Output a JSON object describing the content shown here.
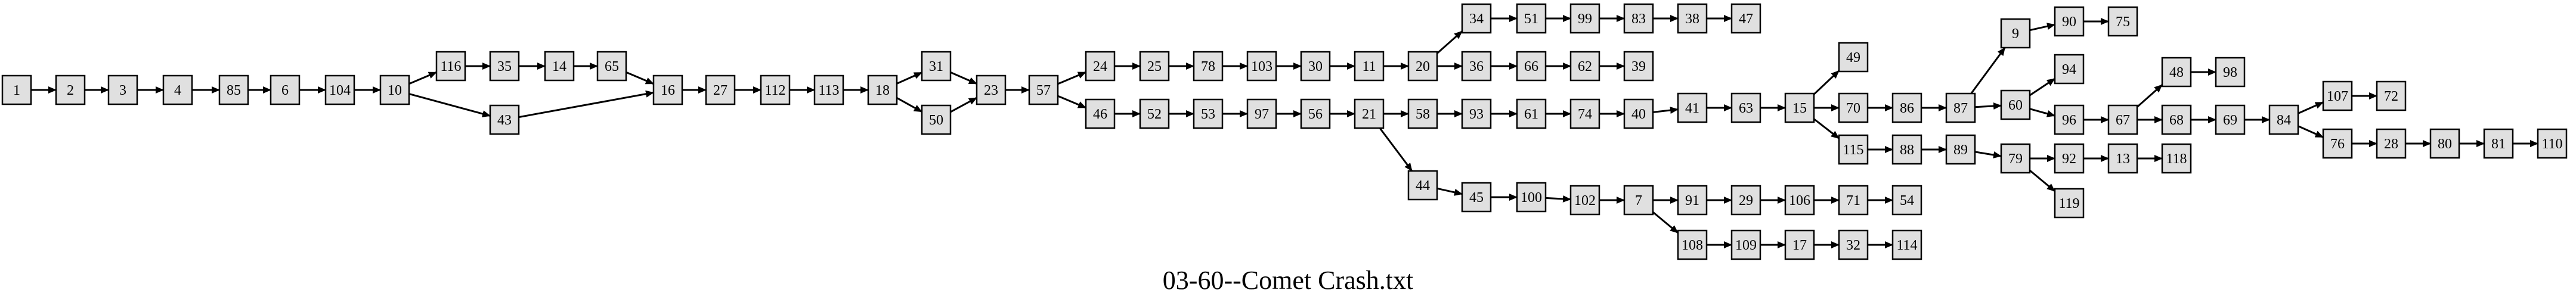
{
  "caption": "03-60--Comet Crash.txt",
  "colors": {
    "node_fill": "#e0e0e0",
    "stroke": "#000000"
  },
  "nodes": [
    "1",
    "2",
    "3",
    "4",
    "85",
    "6",
    "104",
    "10",
    "116",
    "35",
    "14",
    "65",
    "43",
    "16",
    "27",
    "112",
    "113",
    "18",
    "31",
    "50",
    "23",
    "57",
    "24",
    "25",
    "78",
    "103",
    "30",
    "11",
    "20",
    "34",
    "51",
    "99",
    "83",
    "38",
    "47",
    "36",
    "66",
    "62",
    "39",
    "46",
    "52",
    "53",
    "97",
    "56",
    "21",
    "58",
    "93",
    "61",
    "74",
    "40",
    "41",
    "63",
    "15",
    "49",
    "70",
    "86",
    "87",
    "9",
    "90",
    "75",
    "60",
    "94",
    "96",
    "67",
    "48",
    "98",
    "68",
    "69",
    "84",
    "107",
    "72",
    "76",
    "28",
    "80",
    "81",
    "110",
    "115",
    "88",
    "89",
    "79",
    "92",
    "13",
    "118",
    "119",
    "44",
    "45",
    "100",
    "102",
    "7",
    "91",
    "29",
    "106",
    "71",
    "54",
    "108",
    "109",
    "17",
    "32",
    "114"
  ],
  "edges": [
    [
      "1",
      "2"
    ],
    [
      "2",
      "3"
    ],
    [
      "3",
      "4"
    ],
    [
      "4",
      "85"
    ],
    [
      "85",
      "6"
    ],
    [
      "6",
      "104"
    ],
    [
      "104",
      "10"
    ],
    [
      "10",
      "116"
    ],
    [
      "10",
      "43"
    ],
    [
      "116",
      "35"
    ],
    [
      "35",
      "14"
    ],
    [
      "14",
      "65"
    ],
    [
      "65",
      "16"
    ],
    [
      "43",
      "16"
    ],
    [
      "16",
      "27"
    ],
    [
      "27",
      "112"
    ],
    [
      "112",
      "113"
    ],
    [
      "113",
      "18"
    ],
    [
      "18",
      "31"
    ],
    [
      "18",
      "50"
    ],
    [
      "31",
      "23"
    ],
    [
      "50",
      "23"
    ],
    [
      "23",
      "57"
    ],
    [
      "57",
      "24"
    ],
    [
      "57",
      "46"
    ],
    [
      "24",
      "25"
    ],
    [
      "25",
      "78"
    ],
    [
      "78",
      "103"
    ],
    [
      "103",
      "30"
    ],
    [
      "30",
      "11"
    ],
    [
      "11",
      "20"
    ],
    [
      "20",
      "34"
    ],
    [
      "20",
      "36"
    ],
    [
      "34",
      "51"
    ],
    [
      "51",
      "99"
    ],
    [
      "99",
      "83"
    ],
    [
      "83",
      "38"
    ],
    [
      "38",
      "47"
    ],
    [
      "36",
      "66"
    ],
    [
      "66",
      "62"
    ],
    [
      "62",
      "39"
    ],
    [
      "46",
      "52"
    ],
    [
      "52",
      "53"
    ],
    [
      "53",
      "97"
    ],
    [
      "97",
      "56"
    ],
    [
      "56",
      "21"
    ],
    [
      "21",
      "58"
    ],
    [
      "21",
      "44"
    ],
    [
      "58",
      "93"
    ],
    [
      "93",
      "61"
    ],
    [
      "61",
      "74"
    ],
    [
      "74",
      "40"
    ],
    [
      "40",
      "41"
    ],
    [
      "41",
      "63"
    ],
    [
      "63",
      "15"
    ],
    [
      "15",
      "49"
    ],
    [
      "15",
      "70"
    ],
    [
      "15",
      "115"
    ],
    [
      "70",
      "86"
    ],
    [
      "86",
      "87"
    ],
    [
      "87",
      "9"
    ],
    [
      "87",
      "60"
    ],
    [
      "9",
      "90"
    ],
    [
      "90",
      "75"
    ],
    [
      "60",
      "94"
    ],
    [
      "60",
      "96"
    ],
    [
      "96",
      "67"
    ],
    [
      "67",
      "48"
    ],
    [
      "67",
      "68"
    ],
    [
      "48",
      "98"
    ],
    [
      "68",
      "69"
    ],
    [
      "69",
      "84"
    ],
    [
      "84",
      "107"
    ],
    [
      "84",
      "76"
    ],
    [
      "107",
      "72"
    ],
    [
      "76",
      "28"
    ],
    [
      "28",
      "80"
    ],
    [
      "80",
      "81"
    ],
    [
      "81",
      "110"
    ],
    [
      "115",
      "88"
    ],
    [
      "88",
      "89"
    ],
    [
      "89",
      "79"
    ],
    [
      "79",
      "92"
    ],
    [
      "79",
      "119"
    ],
    [
      "92",
      "13"
    ],
    [
      "13",
      "118"
    ],
    [
      "44",
      "45"
    ],
    [
      "45",
      "100"
    ],
    [
      "100",
      "102"
    ],
    [
      "102",
      "7"
    ],
    [
      "7",
      "91"
    ],
    [
      "7",
      "108"
    ],
    [
      "91",
      "29"
    ],
    [
      "29",
      "106"
    ],
    [
      "106",
      "71"
    ],
    [
      "71",
      "54"
    ],
    [
      "108",
      "109"
    ],
    [
      "109",
      "17"
    ],
    [
      "17",
      "32"
    ],
    [
      "32",
      "114"
    ]
  ]
}
